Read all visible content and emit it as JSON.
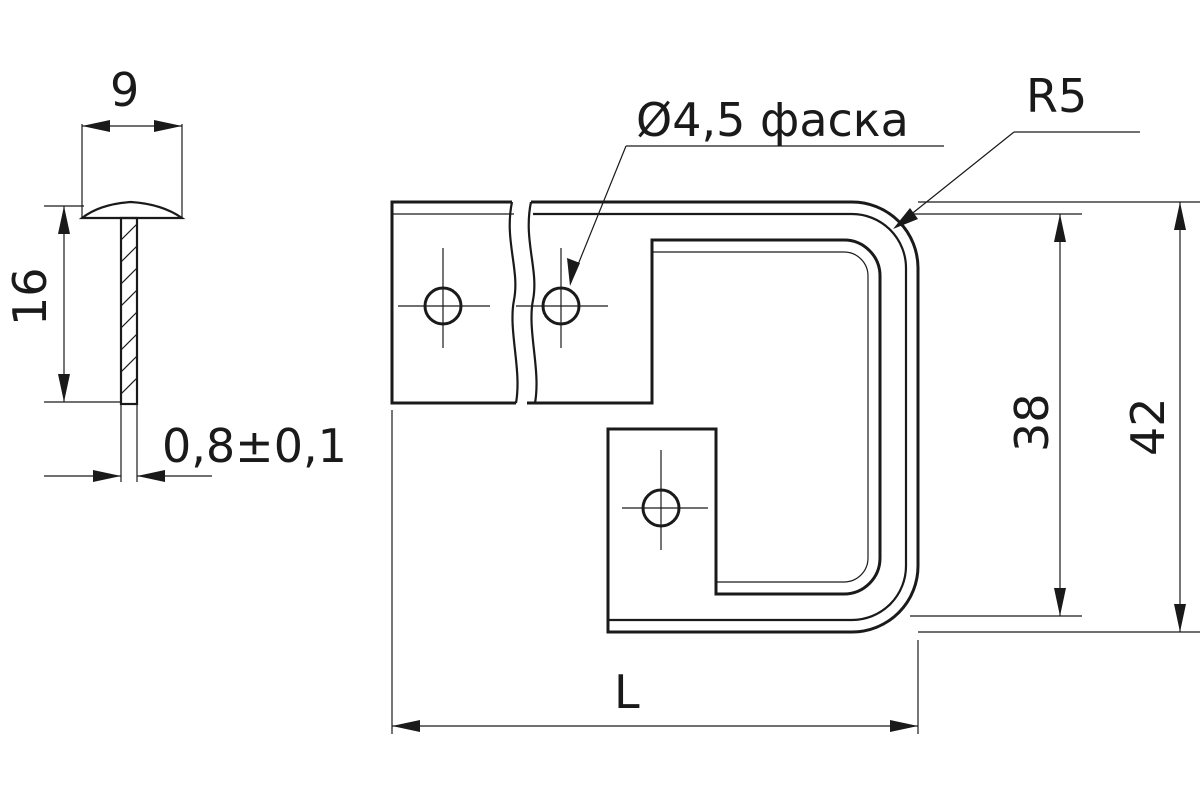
{
  "dimensions": {
    "width_9": "9",
    "height_16": "16",
    "thickness": "0,8",
    "tolerance_sign": "±",
    "tolerance": "0,1",
    "hole": "Ø4,5 фаска",
    "radius": "R5",
    "height_38": "38",
    "height_42": "42",
    "length": "L"
  },
  "colors": {
    "line": "#1a1a1a",
    "background": "#ffffff"
  }
}
